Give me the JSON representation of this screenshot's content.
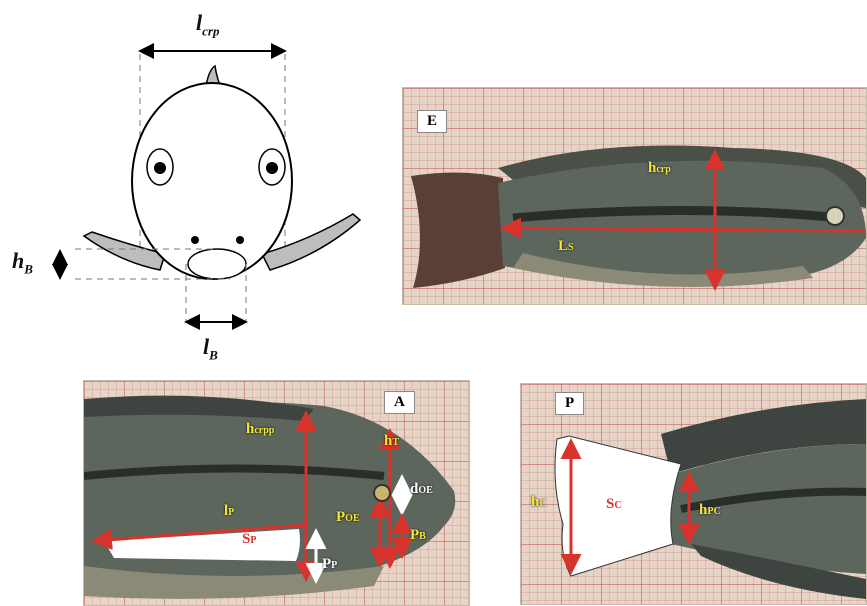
{
  "colors": {
    "measure": "#d8332c",
    "label": "#f3e83a",
    "fin": "#bdbdbd"
  },
  "schematic": {
    "l_crp": {
      "main": "l",
      "sub": "crp"
    },
    "h_B": {
      "main": "h",
      "sub": "B"
    },
    "l_B": {
      "main": "l",
      "sub": "B"
    }
  },
  "panel_E": {
    "letter": "E",
    "h_crp": {
      "main": "h",
      "sub": "crp"
    },
    "L_S": {
      "main": "L",
      "sub": "S"
    }
  },
  "panel_A": {
    "letter": "A",
    "h_crpp": {
      "main": "h",
      "sub": "crpp"
    },
    "h_T": {
      "main": "h",
      "sub": "T"
    },
    "d_OE": {
      "main": "d",
      "sub": "OE"
    },
    "l_P": {
      "main": "l",
      "sub": "P"
    },
    "P_OE": {
      "main": "P",
      "sub": "OE"
    },
    "P_B": {
      "main": "P",
      "sub": "B"
    },
    "S_P": {
      "main": "S",
      "sub": "P"
    },
    "P_P": {
      "main": "P",
      "sub": "P"
    }
  },
  "panel_P": {
    "letter": "P",
    "h_C": {
      "main": "h",
      "sub": "C"
    },
    "S_C": {
      "main": "S",
      "sub": "C"
    },
    "h_PC": {
      "main": "h",
      "sub": "PC"
    }
  }
}
